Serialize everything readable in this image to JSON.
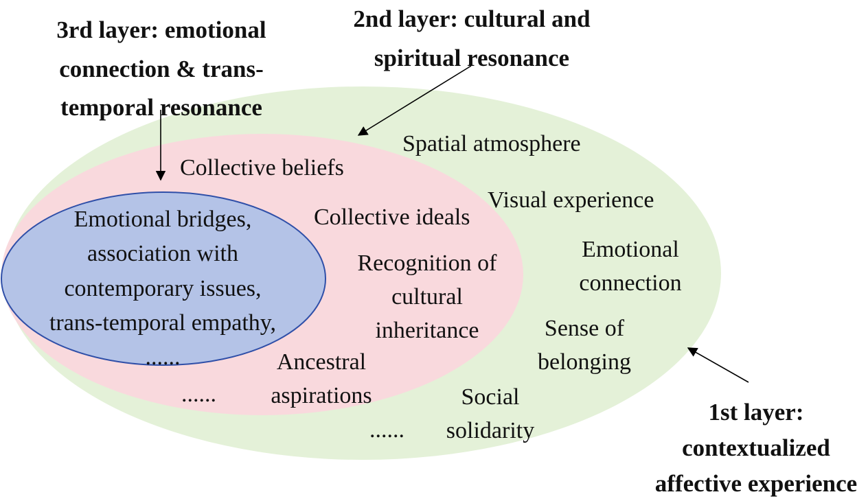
{
  "colors": {
    "layer1_fill": "#e4f1d8",
    "layer2_fill": "#f9d9dd",
    "layer3_fill": "#b4c3e7",
    "layer3_stroke": "#2f4fa8",
    "text": "#111111",
    "arrow": "#000000"
  },
  "labels": {
    "layer3": [
      "3rd layer: emotional",
      "connection & trans-",
      "temporal resonance"
    ],
    "layer2": [
      "2nd layer: cultural and",
      "spiritual resonance"
    ],
    "layer1": [
      "1st layer:",
      "contextualized",
      "affective experience"
    ]
  },
  "layer3_items": {
    "lines": [
      "Emotional bridges,",
      "association with",
      "contemporary issues,",
      "trans-temporal empathy,",
      "......"
    ]
  },
  "layer2_items": {
    "collective_beliefs": "Collective beliefs",
    "collective_ideals": "Collective ideals",
    "recognition": [
      "Recognition of",
      "cultural",
      "inheritance"
    ],
    "ancestral": [
      "Ancestral",
      "aspirations"
    ],
    "ellipsis": "......"
  },
  "layer1_items": {
    "spatial_atmosphere": "Spatial atmosphere",
    "visual_experience": "Visual experience",
    "emotional_connection": [
      "Emotional",
      "connection"
    ],
    "sense_of_belonging": [
      "Sense of",
      "belonging"
    ],
    "social_solidarity": [
      "Social",
      "solidarity"
    ],
    "ellipsis": "......"
  }
}
